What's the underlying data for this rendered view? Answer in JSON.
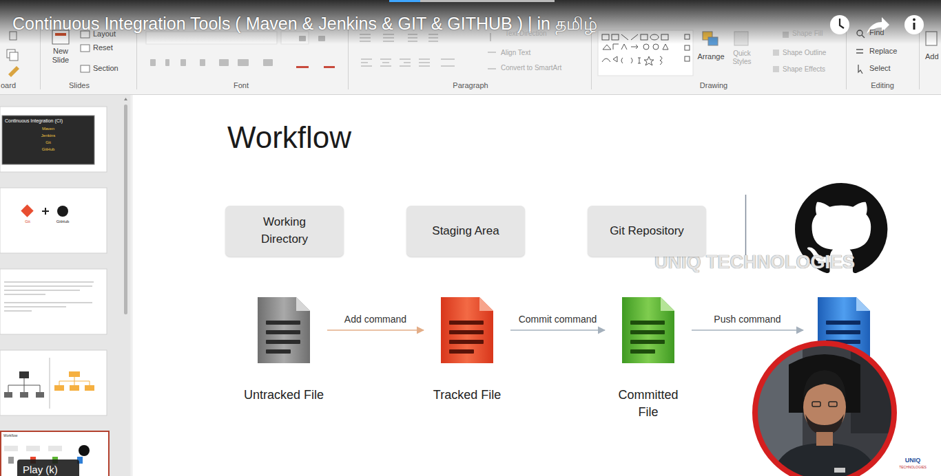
{
  "diagram": {
    "title": "Workflow",
    "nodes": [
      {
        "text": [
          "Working Directory"
        ]
      },
      {
        "text": [
          "Staging Area"
        ]
      },
      {
        "text": [
          "Git Repository"
        ]
      },
      {
        "text": [
          "Untracked File"
        ]
      },
      {
        "text": [
          "Tracked File"
        ]
      },
      {
        "text": [
          "Committed File"
        ]
      },
      {
        "text": []
      }
    ],
    "edges": [
      {
        "from": 3,
        "to": 4,
        "arrow": "to",
        "label": "Add command"
      },
      {
        "from": 4,
        "to": 5,
        "arrow": "to",
        "label": "Commit command"
      },
      {
        "from": 5,
        "to": 6,
        "arrow": "to",
        "label": "Push command"
      }
    ],
    "labels": [
      "Continuous Integration Tools ( Maven & Jenkins & GIT & GITHUB ) | in தமிழ்",
      "oard",
      "New Slide",
      "Layout",
      "Reset",
      "Section",
      "Slides",
      "Font",
      "Paragraph",
      "Text Direction",
      "Align Text",
      "Convert to SmartArt",
      "Arrange",
      "Quick Styles",
      "Shape Fill",
      "Shape Outline",
      "Shape Effects",
      "Drawing",
      "Find",
      "Replace",
      "Select",
      "Editing",
      "Add",
      "Continuous Integration (CI)",
      "Maven",
      "Jenkins",
      "Git",
      "GitHub",
      "Git",
      "GitHub",
      "Workflow",
      "UNIQ TECHNOLOGIES",
      "Play (k)",
      "UNIQ",
      "TECHNOLOGIES"
    ]
  }
}
